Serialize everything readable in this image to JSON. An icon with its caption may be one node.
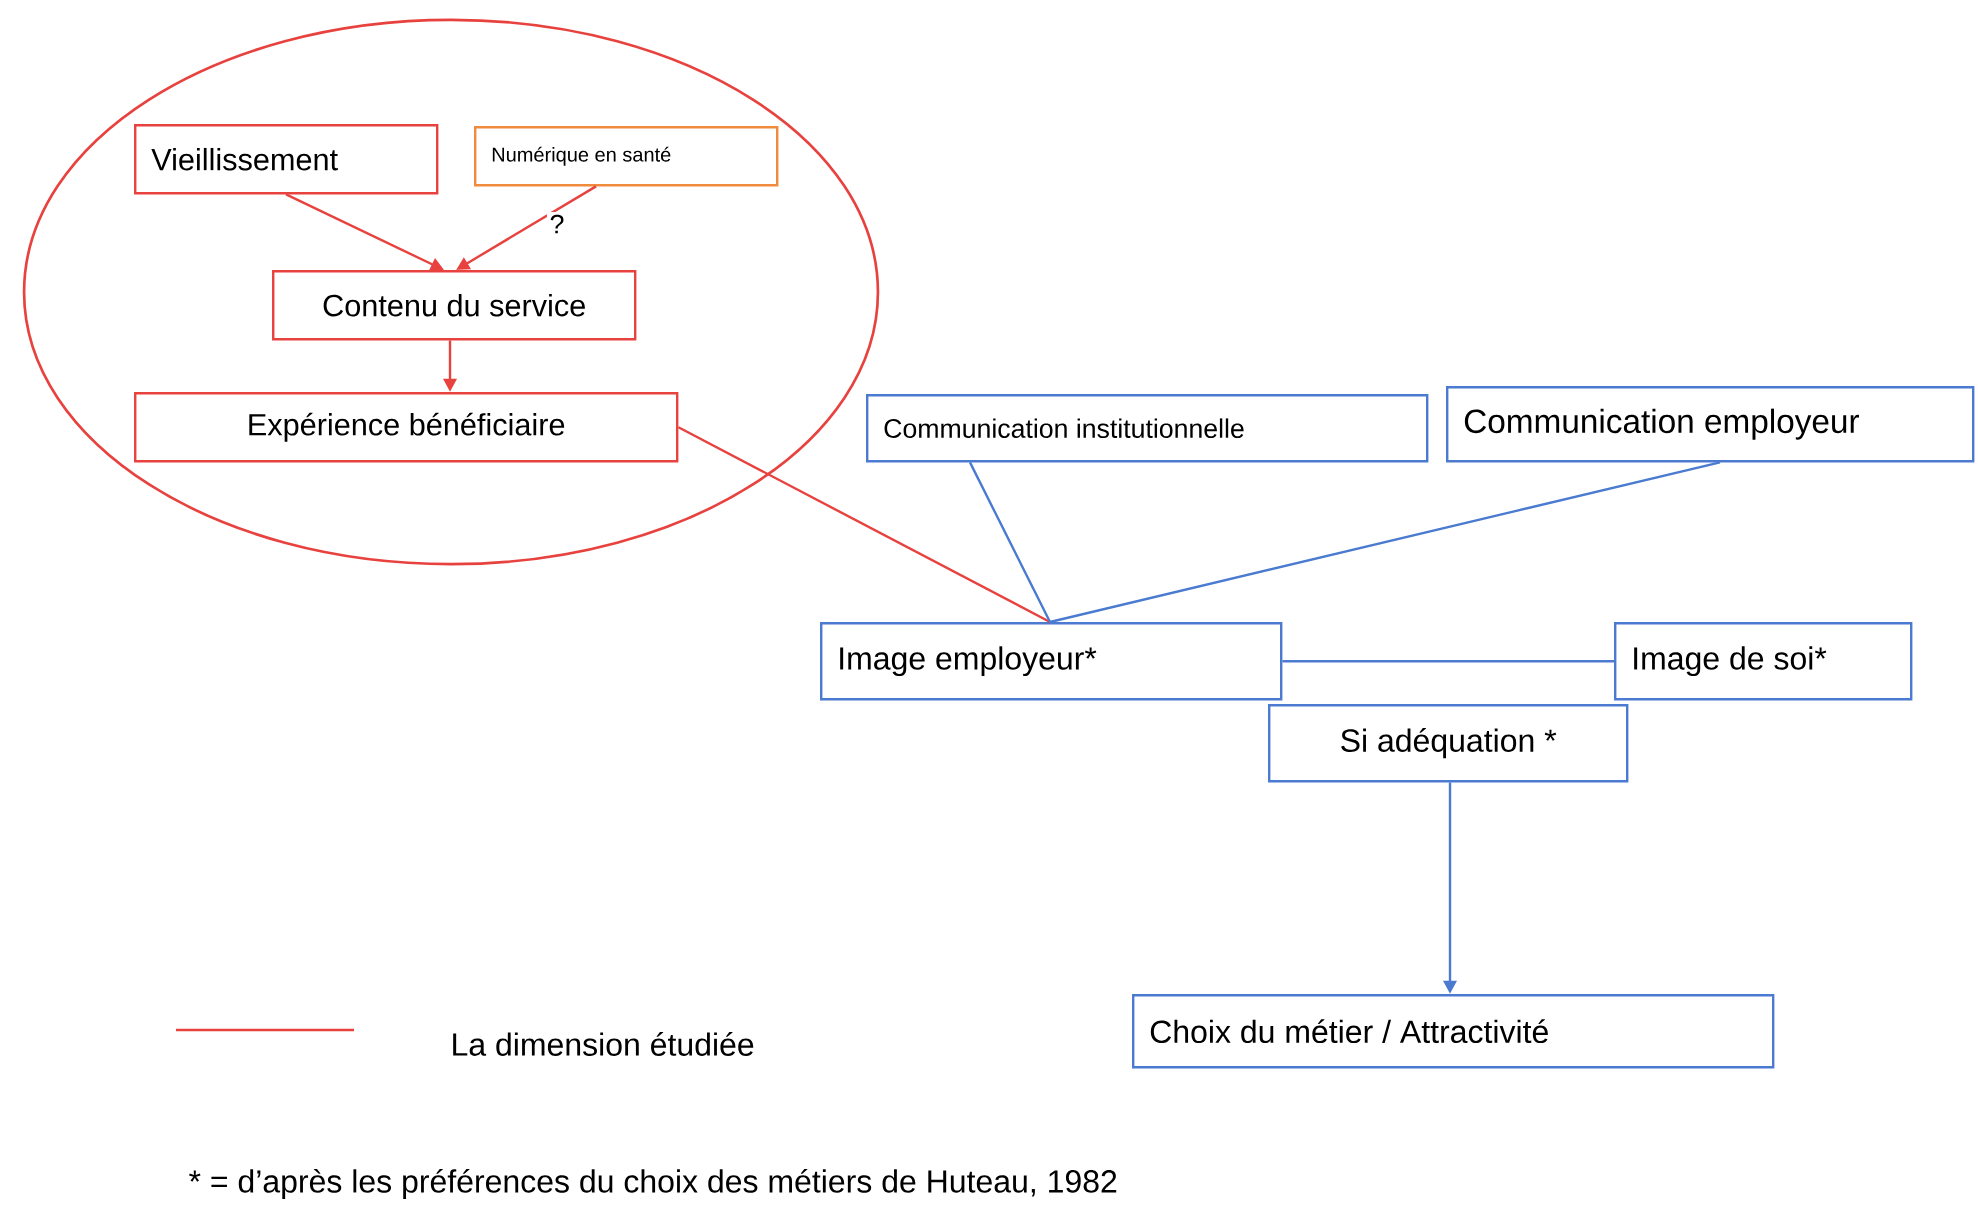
{
  "diagram": {
    "nodes": [
      {
        "text": [],
        "shape": "ellipse"
      },
      {
        "text": [
          "Vieillissement"
        ],
        "in": 0
      },
      {
        "text": [
          "Numérique en santé"
        ],
        "in": 0
      },
      {
        "text": [
          "Contenu du service"
        ],
        "in": 0
      },
      {
        "text": [
          "Expérience bénéficiaire"
        ],
        "in": 0
      },
      {
        "text": [
          "Communication institutionnelle"
        ]
      },
      {
        "text": [
          "Communication employeur"
        ]
      },
      {
        "text": [
          "Image employeur*"
        ]
      },
      {
        "text": [
          "Image de soi*"
        ]
      },
      {
        "text": [
          "Si adéquation *"
        ]
      },
      {
        "text": [
          "Choix du métier / Attractivité"
        ]
      }
    ],
    "edges": [
      {
        "from": 1,
        "to": 3,
        "arrow": "to",
        "color": "#e8423f"
      },
      {
        "from": 2,
        "to": 3,
        "arrow": "to",
        "color": "#e8423f",
        "label": "?"
      },
      {
        "from": 3,
        "to": 4,
        "arrow": "to",
        "color": "#e8423f"
      },
      {
        "from": 4,
        "to": 7,
        "arrow": "none",
        "color": "#e8423f"
      },
      {
        "from": 5,
        "to": 7,
        "arrow": "none",
        "color": "#4a7bd0"
      },
      {
        "from": 6,
        "to": 7,
        "arrow": "none",
        "color": "#4a7bd0"
      },
      {
        "from": 7,
        "to": 8,
        "arrow": "none",
        "color": "#4a7bd0"
      },
      {
        "from": 9,
        "to": 10,
        "arrow": "to",
        "color": "#4a7bd0"
      }
    ],
    "labels": [
      "* = d’après les préférences du choix des métiers de Huteau, 1982"
    ],
    "legend": [
      {
        "text": "La dimension étudiée"
      }
    ]
  }
}
